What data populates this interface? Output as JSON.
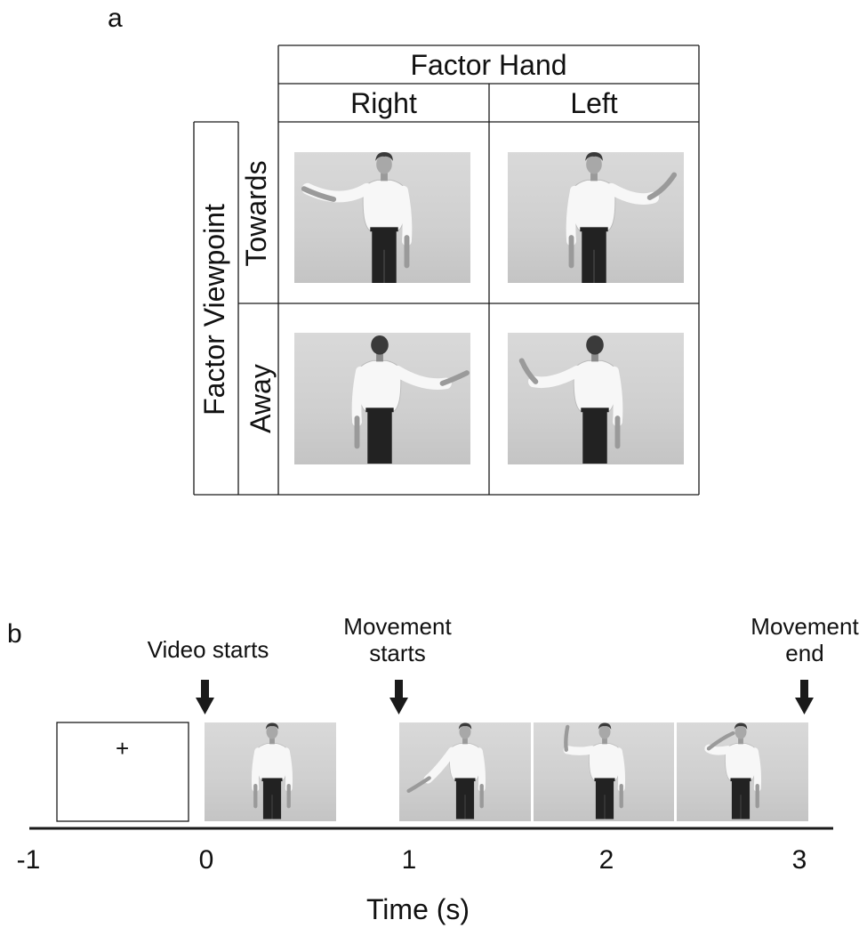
{
  "panel_a": {
    "letter": "a",
    "column_factor": "Factor Hand",
    "column_levels": [
      "Right",
      "Left"
    ],
    "row_factor": "Factor Viewpoint",
    "row_levels": [
      "Towards",
      "Away"
    ],
    "cells": [
      {
        "hand": "Right",
        "viewpoint": "Towards",
        "image": "man-facing-viewer-raising-right-arm"
      },
      {
        "hand": "Left",
        "viewpoint": "Towards",
        "image": "man-facing-viewer-raising-left-arm"
      },
      {
        "hand": "Right",
        "viewpoint": "Away",
        "image": "man-facing-away-raising-right-arm"
      },
      {
        "hand": "Left",
        "viewpoint": "Away",
        "image": "man-facing-away-raising-left-arm"
      }
    ]
  },
  "panel_b": {
    "letter": "b",
    "fixation_symbol": "+",
    "events": [
      {
        "time": 0,
        "label": [
          "Video starts"
        ]
      },
      {
        "time": 1,
        "label": [
          "Movement",
          "starts"
        ]
      },
      {
        "time": 3,
        "label": [
          "Movement",
          "end"
        ]
      }
    ],
    "frames": [
      "man-standing-arms-down",
      "man-arm-raised-low",
      "man-arm-raised-high",
      "man-hand-at-head"
    ],
    "axis": {
      "ticks": [
        "-1",
        "0",
        "1",
        "2",
        "3"
      ],
      "label": "Time (s)"
    }
  },
  "colors": {
    "line": "#1a1a1a",
    "photo_bg": "#d3d3d3",
    "shirt": "#f7f7f7",
    "trousers": "#222222",
    "hair": "#3a3a3a",
    "skin": "#9a9a9a"
  }
}
